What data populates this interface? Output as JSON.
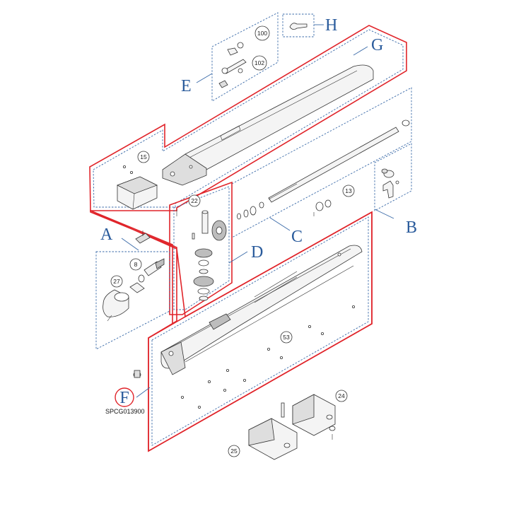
{
  "groups": [
    {
      "letter": "A"
    },
    {
      "letter": "B"
    },
    {
      "letter": "C"
    },
    {
      "letter": "D"
    },
    {
      "letter": "E"
    },
    {
      "letter": "F"
    },
    {
      "letter": "G"
    },
    {
      "letter": "H"
    }
  ],
  "part_numbers": [
    "8",
    "13",
    "15",
    "22",
    "24",
    "25",
    "27",
    "53",
    "100",
    "102"
  ],
  "drawing_code": "SPCG013900",
  "colors": {
    "group_outline": "#3a6aa8",
    "highlight_outline": "#e0242a",
    "letter": "#2a5b9c"
  }
}
